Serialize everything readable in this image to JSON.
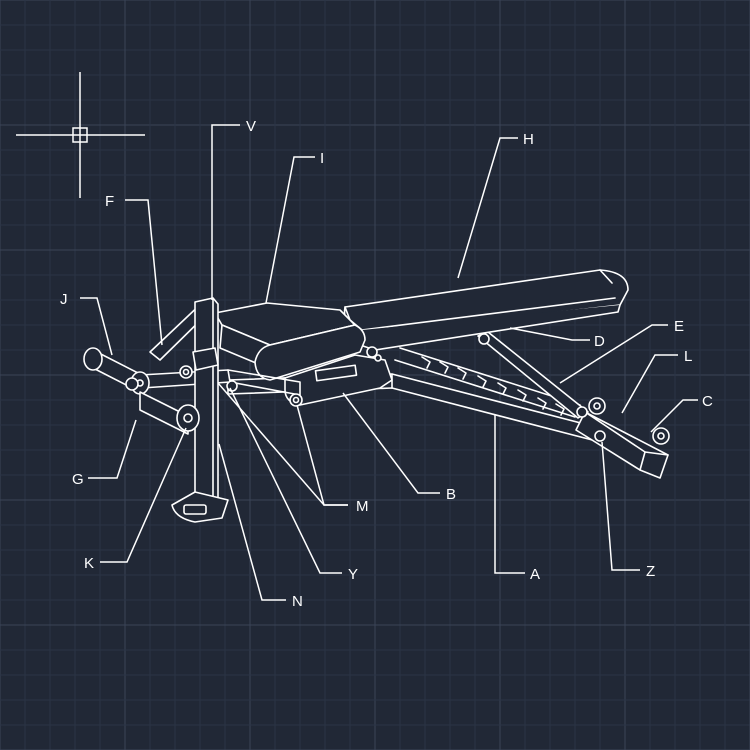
{
  "colors": {
    "background": "#212836",
    "grid_minor": "#2b3445",
    "grid_major": "#3a4457",
    "lines": "#ffffff"
  },
  "cursor": {
    "icon": "crosshair-cursor-icon"
  },
  "labels": {
    "A": "A",
    "B": "B",
    "C": "C",
    "D": "D",
    "E": "E",
    "F": "F",
    "G": "G",
    "H": "H",
    "I": "I",
    "J": "J",
    "K": "K",
    "L": "L",
    "M": "M",
    "N": "N",
    "V": "V",
    "Y": "Y",
    "Z": "Z"
  }
}
